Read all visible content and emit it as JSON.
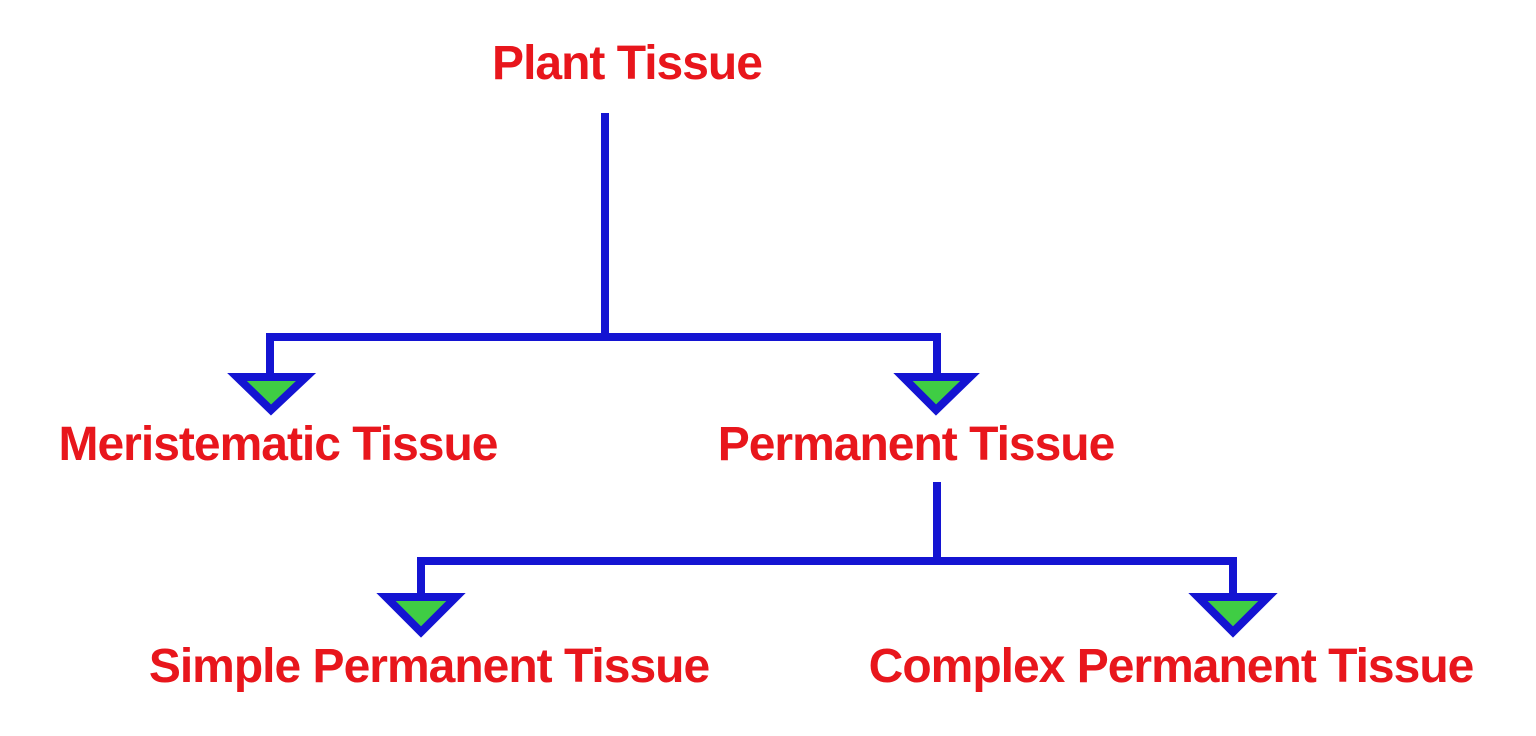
{
  "diagram": {
    "type": "tree",
    "title": "Plant Tissue",
    "nodes": [
      {
        "id": "plant-tissue",
        "label": "Plant Tissue",
        "level": 0
      },
      {
        "id": "meristematic-tissue",
        "label": "Meristematic Tissue",
        "level": 1
      },
      {
        "id": "permanent-tissue",
        "label": "Permanent Tissue",
        "level": 1
      },
      {
        "id": "simple-permanent-tissue",
        "label": "Simple Permanent Tissue",
        "level": 2
      },
      {
        "id": "complex-permanent-tissue",
        "label": "Complex Permanent Tissue",
        "level": 2
      }
    ],
    "edges": [
      {
        "from": "plant-tissue",
        "to": "meristematic-tissue"
      },
      {
        "from": "plant-tissue",
        "to": "permanent-tissue"
      },
      {
        "from": "permanent-tissue",
        "to": "simple-permanent-tissue"
      },
      {
        "from": "permanent-tissue",
        "to": "complex-permanent-tissue"
      }
    ],
    "colors": {
      "label_text": "#e8161c",
      "connector_line": "#1414d2",
      "arrowhead_fill": "#3fcd44",
      "background": "#ffffff"
    }
  }
}
